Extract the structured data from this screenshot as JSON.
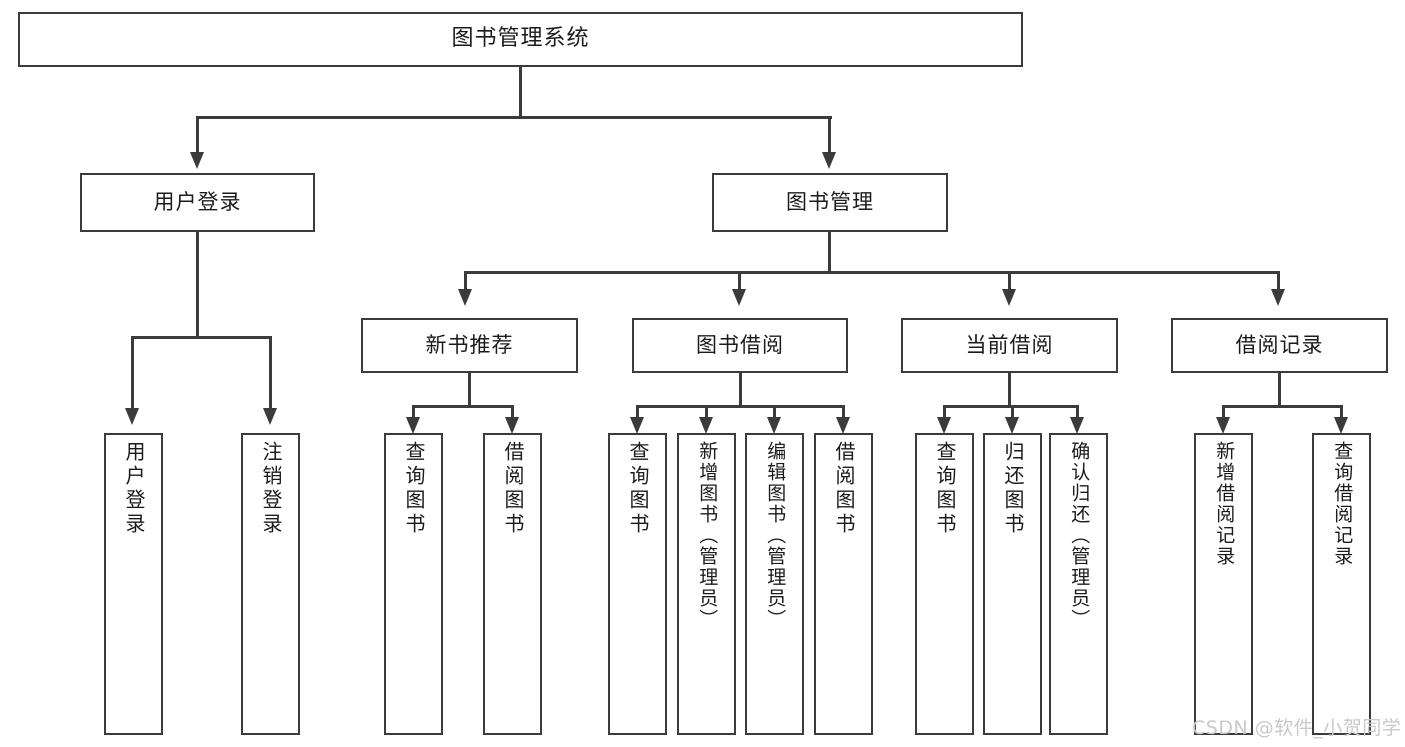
{
  "diagram": {
    "type": "tree",
    "title": "图书管理系统",
    "root": {
      "id": "root",
      "label": "图书管理系统"
    },
    "level2": [
      {
        "id": "user-login",
        "label": "用户登录"
      },
      {
        "id": "book-manage",
        "label": "图书管理"
      }
    ],
    "level3": [
      {
        "id": "new-book-recommend",
        "label": "新书推荐",
        "parent": "book-manage"
      },
      {
        "id": "book-borrow",
        "label": "图书借阅",
        "parent": "book-manage"
      },
      {
        "id": "current-borrow",
        "label": "当前借阅",
        "parent": "book-manage"
      },
      {
        "id": "borrow-record",
        "label": "借阅记录",
        "parent": "book-manage"
      }
    ],
    "leaves": {
      "user_login": [
        {
          "id": "leaf-user-login",
          "label": "用户登录"
        },
        {
          "id": "leaf-user-logout",
          "label": "注销登录"
        }
      ],
      "new_book_recommend": [
        {
          "id": "leaf-query-book-1",
          "label": "查询图书"
        },
        {
          "id": "leaf-borrow-book-1",
          "label": "借阅图书"
        }
      ],
      "book_borrow": [
        {
          "id": "leaf-query-book-2",
          "label": "查询图书"
        },
        {
          "id": "leaf-add-book",
          "label": "新增图书（管理员）"
        },
        {
          "id": "leaf-edit-book",
          "label": "编辑图书（管理员）"
        },
        {
          "id": "leaf-borrow-book-2",
          "label": "借阅图书"
        }
      ],
      "current_borrow": [
        {
          "id": "leaf-query-book-3",
          "label": "查询图书"
        },
        {
          "id": "leaf-return-book",
          "label": "归还图书"
        },
        {
          "id": "leaf-confirm-return",
          "label": "确认归还（管理员）"
        }
      ],
      "borrow_record": [
        {
          "id": "leaf-add-record",
          "label": "新增借阅记录"
        },
        {
          "id": "leaf-query-record",
          "label": "查询借阅记录"
        }
      ]
    }
  },
  "watermark": {
    "text": "CSDN @软件_小贺同学"
  },
  "colors": {
    "stroke": "#3b3b3b",
    "fill": "#ffffff",
    "text": "#1b1b1b",
    "watermark": "#c9c9c9",
    "background": "#ffffff"
  }
}
